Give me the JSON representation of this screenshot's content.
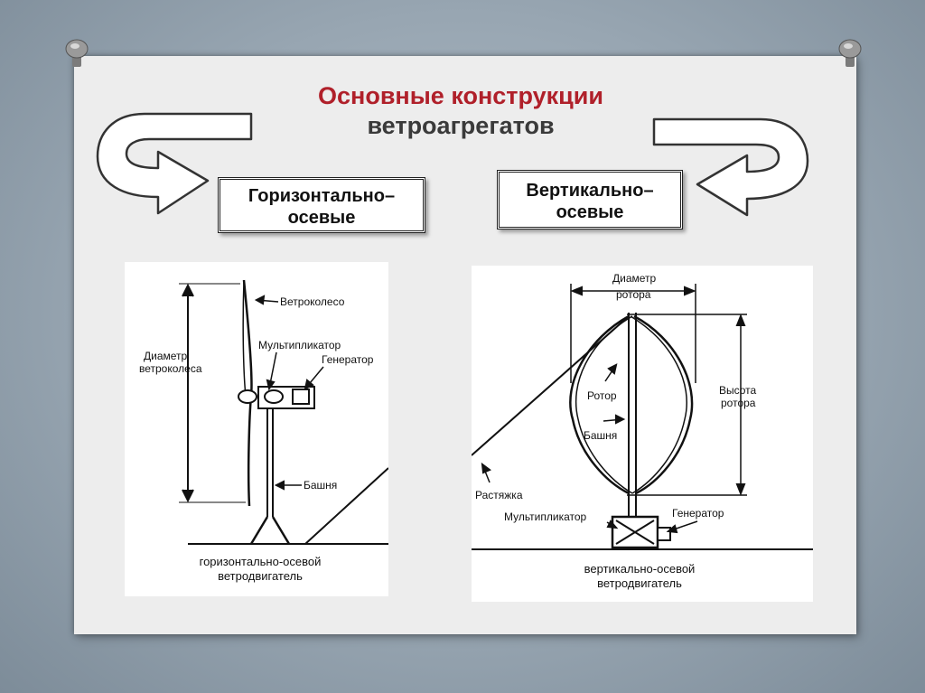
{
  "slide": {
    "title_line1": "Основные конструкции",
    "title_line2": "ветроагрегатов"
  },
  "boxes": {
    "horizontal_line1": "Горизонтально–",
    "horizontal_line2": "осевые",
    "vertical_line1": "Вертикально–",
    "vertical_line2": "осевые"
  },
  "left_diagram": {
    "wheel": "Ветроколесо",
    "diameter_line1": "Диаметр",
    "diameter_line2": "ветроколеса",
    "multiplier": "Мультипликатор",
    "generator": "Генератор",
    "tower": "Башня",
    "caption_line1": "горизонтально-осевой",
    "caption_line2": "ветродвигатель"
  },
  "right_diagram": {
    "diameter_line1": "Диаметр",
    "diameter_line2": "ротора",
    "height_line1": "Высота",
    "height_line2": "ротора",
    "rotor": "Ротор",
    "tower": "Башня",
    "guy": "Растяжка",
    "multiplier": "Мультипликатор",
    "generator": "Генератор",
    "caption_line1": "вертикально-осевой",
    "caption_line2": "ветродвигатель"
  },
  "colors": {
    "title_red": "#b0202a",
    "background": "#8a99a6",
    "card": "#ededed"
  }
}
